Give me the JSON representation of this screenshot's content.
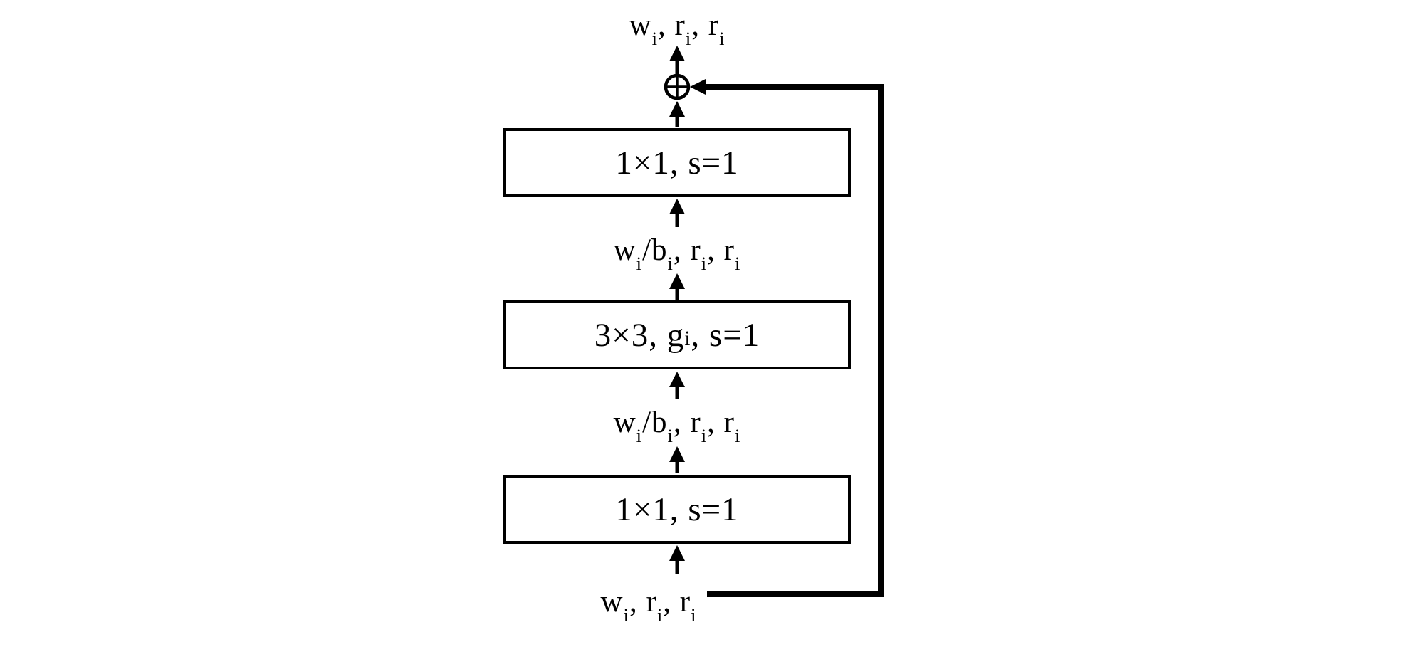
{
  "figure": {
    "background_color": "#ffffff",
    "stroke_color": "#000000",
    "output_label": "w_i, r_i, r_i",
    "input_label": "w_i, r_i, r_i",
    "add_node": "circled-plus",
    "blocks": [
      {
        "label": "1×1, s=1"
      },
      {
        "label": "3×3, g_i, s=1"
      },
      {
        "label": "1×1, s=1"
      }
    ],
    "inter_labels": [
      {
        "label": "w_i/b_i, r_i, r_i"
      },
      {
        "label": "w_i/b_i, r_i, r_i"
      }
    ]
  }
}
